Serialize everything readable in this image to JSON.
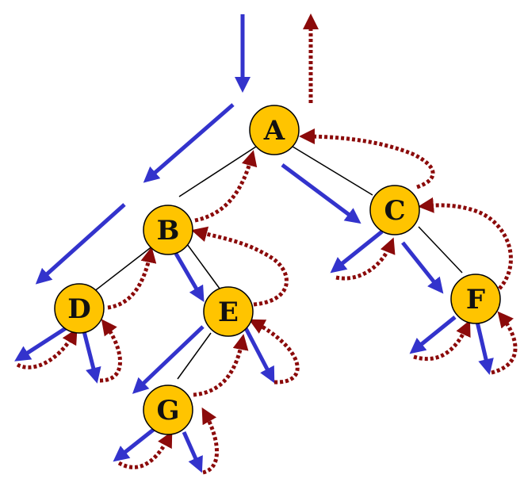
{
  "diagram": {
    "colors": {
      "node_fill": "#FFC400",
      "node_stroke": "#000000",
      "edge": "#000000",
      "descend_arrow": "#3333CC",
      "return_arrow": "#8B0A0A"
    },
    "nodes": [
      {
        "id": "A",
        "label": "A"
      },
      {
        "id": "B",
        "label": "B"
      },
      {
        "id": "C",
        "label": "C"
      },
      {
        "id": "D",
        "label": "D"
      },
      {
        "id": "E",
        "label": "E"
      },
      {
        "id": "F",
        "label": "F"
      },
      {
        "id": "G",
        "label": "G"
      }
    ],
    "edges": [
      {
        "from": "A",
        "to": "B"
      },
      {
        "from": "A",
        "to": "C"
      },
      {
        "from": "B",
        "to": "D"
      },
      {
        "from": "B",
        "to": "E"
      },
      {
        "from": "E",
        "to": "G"
      },
      {
        "from": "C",
        "to": "F"
      }
    ]
  }
}
